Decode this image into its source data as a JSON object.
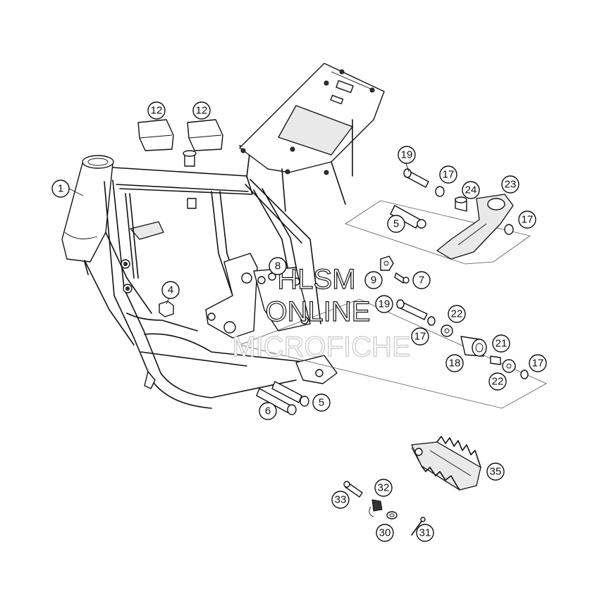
{
  "callouts": [
    {
      "id": "c-12a",
      "label": "12"
    },
    {
      "id": "c-12b",
      "label": "12"
    },
    {
      "id": "c-1",
      "label": "1"
    },
    {
      "id": "c-19a",
      "label": "19"
    },
    {
      "id": "c-17a",
      "label": "17"
    },
    {
      "id": "c-24",
      "label": "24"
    },
    {
      "id": "c-23",
      "label": "23"
    },
    {
      "id": "c-5a",
      "label": "5"
    },
    {
      "id": "c-17b",
      "label": "17"
    },
    {
      "id": "c-8",
      "label": "8"
    },
    {
      "id": "c-9",
      "label": "9"
    },
    {
      "id": "c-7",
      "label": "7"
    },
    {
      "id": "c-4",
      "label": "4"
    },
    {
      "id": "c-19b",
      "label": "19"
    },
    {
      "id": "c-22a",
      "label": "22"
    },
    {
      "id": "c-17c",
      "label": "17"
    },
    {
      "id": "c-21",
      "label": "21"
    },
    {
      "id": "c-18",
      "label": "18"
    },
    {
      "id": "c-17d",
      "label": "17"
    },
    {
      "id": "c-22b",
      "label": "22"
    },
    {
      "id": "c-6",
      "label": "6"
    },
    {
      "id": "c-5b",
      "label": "5"
    },
    {
      "id": "c-35",
      "label": "35"
    },
    {
      "id": "c-32",
      "label": "32"
    },
    {
      "id": "c-33",
      "label": "33"
    },
    {
      "id": "c-30",
      "label": "30"
    },
    {
      "id": "c-31",
      "label": "31"
    }
  ],
  "watermark": {
    "line1": "HLSM",
    "line2": "ONLINE",
    "line3": "MICROFICHE"
  },
  "colors": {
    "line": "#111111",
    "background": "#ffffff",
    "watermark_light": "#c8c8c8"
  }
}
